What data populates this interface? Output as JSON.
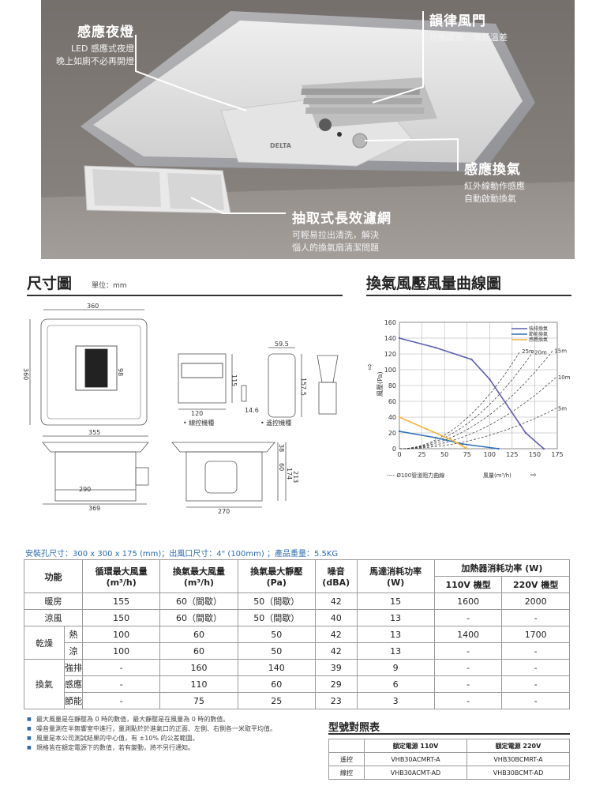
{
  "hero": {
    "night_light": {
      "title": "感應夜燈",
      "desc1": "LED 感應式夜燈",
      "desc2": "晚上如廁不必再開燈"
    },
    "rhythm_door": {
      "title": "韻律風門",
      "desc1": "均衡暖風，降低溫差"
    },
    "sensor_vent": {
      "title": "感應換氣",
      "desc1": "紅外線動作感應",
      "desc2": "自動啟動換氣"
    },
    "filter": {
      "title": "抽取式長效濾網",
      "desc1": "可輕易拉出清洗，解決",
      "desc2": "惱人的換氣扇清潔問題"
    },
    "brand": "DELTA"
  },
  "dimensions": {
    "title": "尺寸圖",
    "unit": "單位：mm",
    "top_width": "360",
    "side_height": "360",
    "panel_height": "98",
    "bottom_width": "355",
    "base_width": "290",
    "overall_width": "369",
    "duct_width": "270",
    "h38": "38",
    "h60": "60",
    "h174": "174",
    "h213": "213",
    "wired_width": "120",
    "wired_height": "115",
    "wired_depth": "14.6",
    "wired_label": "• 線控機種",
    "remote_width": "59.5",
    "remote_height": "157.5",
    "remote_label": "• 遙控機種"
  },
  "curve": {
    "title": "換氣風壓風量曲線圖",
    "ylabel": "風壓(Pa)",
    "xlabel": "風量(m³/h)",
    "pipe_note": "---- Ø100管道阻力曲線",
    "pipe_labels": [
      "25m",
      "20m",
      "15m",
      "10m",
      "5m"
    ],
    "legend": [
      "強排換氣",
      "節能換氣",
      "感應換氣"
    ]
  },
  "chart_data": {
    "type": "line",
    "title": "換氣風壓風量曲線圖",
    "xlabel": "風量(m³/h)",
    "ylabel": "風壓(Pa)",
    "xlim": [
      0,
      175
    ],
    "ylim": [
      0,
      160
    ],
    "x_ticks": [
      0,
      25,
      50,
      75,
      100,
      125,
      150,
      175
    ],
    "y_ticks": [
      0,
      20,
      40,
      60,
      80,
      100,
      120,
      140,
      160
    ],
    "grid": true,
    "legend_position": "top-right",
    "series": [
      {
        "name": "強排換氣",
        "color": "#5c5fb0",
        "x": [
          0,
          40,
          80,
          100,
          140,
          160
        ],
        "y": [
          140,
          128,
          113,
          88,
          20,
          0
        ]
      },
      {
        "name": "節能換氣",
        "color": "#2e6fb5",
        "x": [
          0,
          40,
          70,
          110
        ],
        "y": [
          22,
          14,
          6,
          0
        ]
      },
      {
        "name": "感應換氣",
        "color": "#f0b43c",
        "x": [
          0,
          30,
          60,
          75
        ],
        "y": [
          40,
          25,
          10,
          0
        ]
      }
    ],
    "pipe_curves": [
      {
        "name": "25m",
        "k": 0.0069
      },
      {
        "name": "20m",
        "k": 0.0056
      },
      {
        "name": "15m",
        "k": 0.0043
      },
      {
        "name": "10m",
        "k": 0.003
      },
      {
        "name": "5m",
        "k": 0.0017
      }
    ]
  },
  "spec": {
    "line": "安裝孔尺寸：300 x 300 x 175 (mm)；出風口尺寸：4\" (100mm) ；產品重量：5.5KG",
    "headers": {
      "func": "功能",
      "circ": "循環最大風量",
      "circ_u": "(m³/h)",
      "vent": "換氣最大風量",
      "vent_u": "(m³/h)",
      "press": "換氣最大靜壓",
      "press_u": "(Pa)",
      "noise": "噪音",
      "noise_u": "(dBA)",
      "motor": "馬達消耗功率",
      "motor_u": "(W)",
      "heater": "加熱器消耗功率 (W)",
      "h110": "110V 機型",
      "h220": "220V 機型"
    },
    "groups": {
      "dry": "乾燥",
      "vent": "換氣"
    },
    "rows": [
      {
        "label": "暖房",
        "circ": "155",
        "vent": "60（間歇）",
        "press": "50（間歇）",
        "noise": "42",
        "motor": "15",
        "h110": "1600",
        "h220": "2000"
      },
      {
        "label": "涼風",
        "circ": "150",
        "vent": "60（間歇）",
        "press": "50（間歇）",
        "noise": "40",
        "motor": "13",
        "h110": "-",
        "h220": "-"
      },
      {
        "label": "熱",
        "circ": "100",
        "vent": "60",
        "press": "50",
        "noise": "42",
        "motor": "13",
        "h110": "1400",
        "h220": "1700"
      },
      {
        "label": "涼",
        "circ": "100",
        "vent": "60",
        "press": "50",
        "noise": "42",
        "motor": "13",
        "h110": "-",
        "h220": "-"
      },
      {
        "label": "強排",
        "circ": "-",
        "vent": "160",
        "press": "140",
        "noise": "39",
        "motor": "9",
        "h110": "-",
        "h220": "-"
      },
      {
        "label": "感應",
        "circ": "-",
        "vent": "110",
        "press": "60",
        "noise": "29",
        "motor": "6",
        "h110": "-",
        "h220": "-"
      },
      {
        "label": "節能",
        "circ": "-",
        "vent": "75",
        "press": "25",
        "noise": "23",
        "motor": "3",
        "h110": "-",
        "h220": "-"
      }
    ]
  },
  "notes": [
    "最大風量是在靜壓為 0 時的數值，最大靜壓是在風量為 0 時的數值。",
    "噪音量測在半無響室中進行，量測點於於進氣口的正面、左側、右側各一米取平均值。",
    "風量是本公司測試結果的中心值，有 ±10% 的公差範圍。",
    "規格皆在額定電源下的數值，若有變動，將不另行通知。"
  ],
  "models": {
    "title": "型號對照表",
    "h110": "額定電源 110V",
    "h220": "額定電源 220V",
    "rows": [
      {
        "type": "遙控",
        "m110": "VHB30ACMRT-A",
        "m220": "VHB30BCMRT-A"
      },
      {
        "type": "線控",
        "m110": "VHB30ACMT-AD",
        "m220": "VHB30BCMT-AD"
      }
    ]
  }
}
